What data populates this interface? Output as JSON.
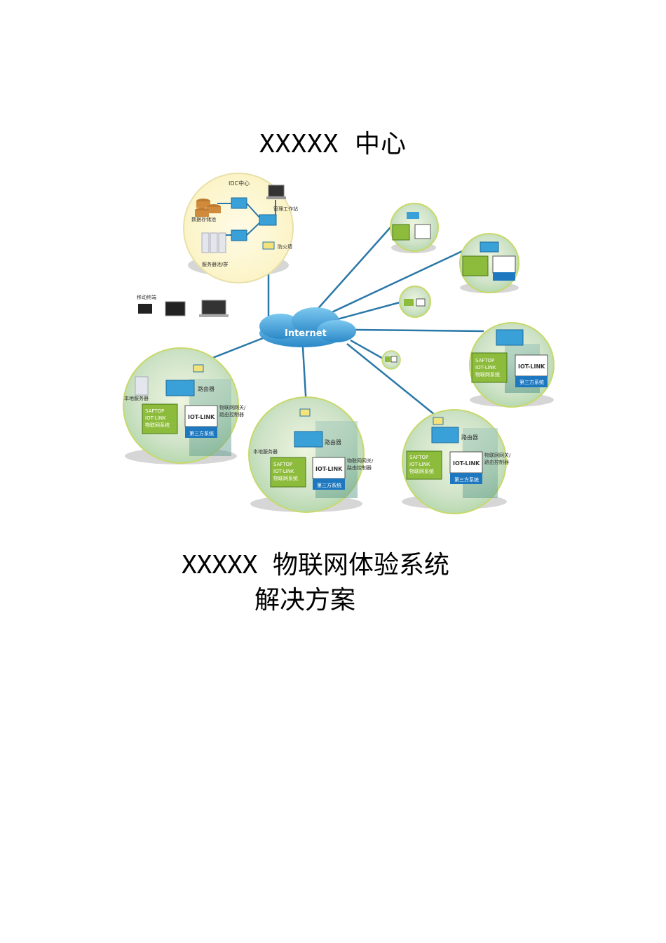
{
  "doc": {
    "heading": "XXXXX 中心",
    "subtitle_line1": "XXXXX 物联网体验系统",
    "subtitle_line2": "解决方案"
  },
  "diagram": {
    "idc": {
      "title": "IDC中心",
      "workstation": "管理工作站",
      "storage": "数据存储池",
      "server_pool": "服务器池/群",
      "firewall": "防火墙"
    },
    "mobile_terminal": "移动终端",
    "internet": "Internet",
    "site": {
      "local_server": "本地服务器",
      "router": "路由器",
      "saftop_l1": "SAFTOP",
      "saftop_l2": "IOT-LINK",
      "saftop_l3": "物联网系统",
      "iotlink_logo": "IOT-LINK",
      "gateway_l1": "物联网网关/",
      "gateway_l2": "路由控制器",
      "third_party": "第三方系统"
    }
  }
}
